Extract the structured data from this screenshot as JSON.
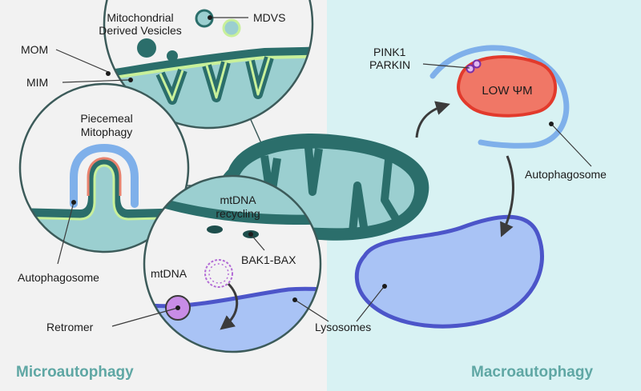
{
  "labels": {
    "mitochondrial_derived_vesicles_line1": "Mitochondrial",
    "mitochondrial_derived_vesicles_line2": "Derived Vesicles",
    "mdvs": "MDVS",
    "mom": "MOM",
    "mim": "MIM",
    "piecemeal_line1": "Piecemeal",
    "piecemeal_line2": "Mitophagy",
    "autophagosome_left": "Autophagosome",
    "mtdna_recycling_line1": "mtDNA",
    "mtdna_recycling_line2": "recycling",
    "mtdna": "mtDNA",
    "bak1_bax": "BAK1-BAX",
    "retromer": "Retromer",
    "lysosomes": "Lysosomes",
    "pink1": "PINK1",
    "parkin": "PARKIN",
    "low_psi_m": "LOW ΨM",
    "autophagosome_right": "Autophagosome"
  },
  "sections": {
    "micro": "Microautophagy",
    "macro": "Macroautophagy"
  },
  "colors": {
    "background_left": "#f2f2f2",
    "background_right": "#d8f2f3",
    "mito_outer": "#2b6e6b",
    "mito_inner": "#9bcfd0",
    "membrane_green": "#c8f09a",
    "autophagosome_blue": "#7fb0ea",
    "lysosome_fill": "#a9c3f5",
    "lysosome_edge": "#4c55c9",
    "damaged_mito_fill": "#f07766",
    "damaged_mito_edge": "#e23a2c",
    "pink1_parkin": "#b36bd6",
    "retromer": "#c88ce6",
    "circle_border": "#3c5b5a",
    "section_text": "#5fa7a4",
    "arrow": "#3b3b3b"
  }
}
